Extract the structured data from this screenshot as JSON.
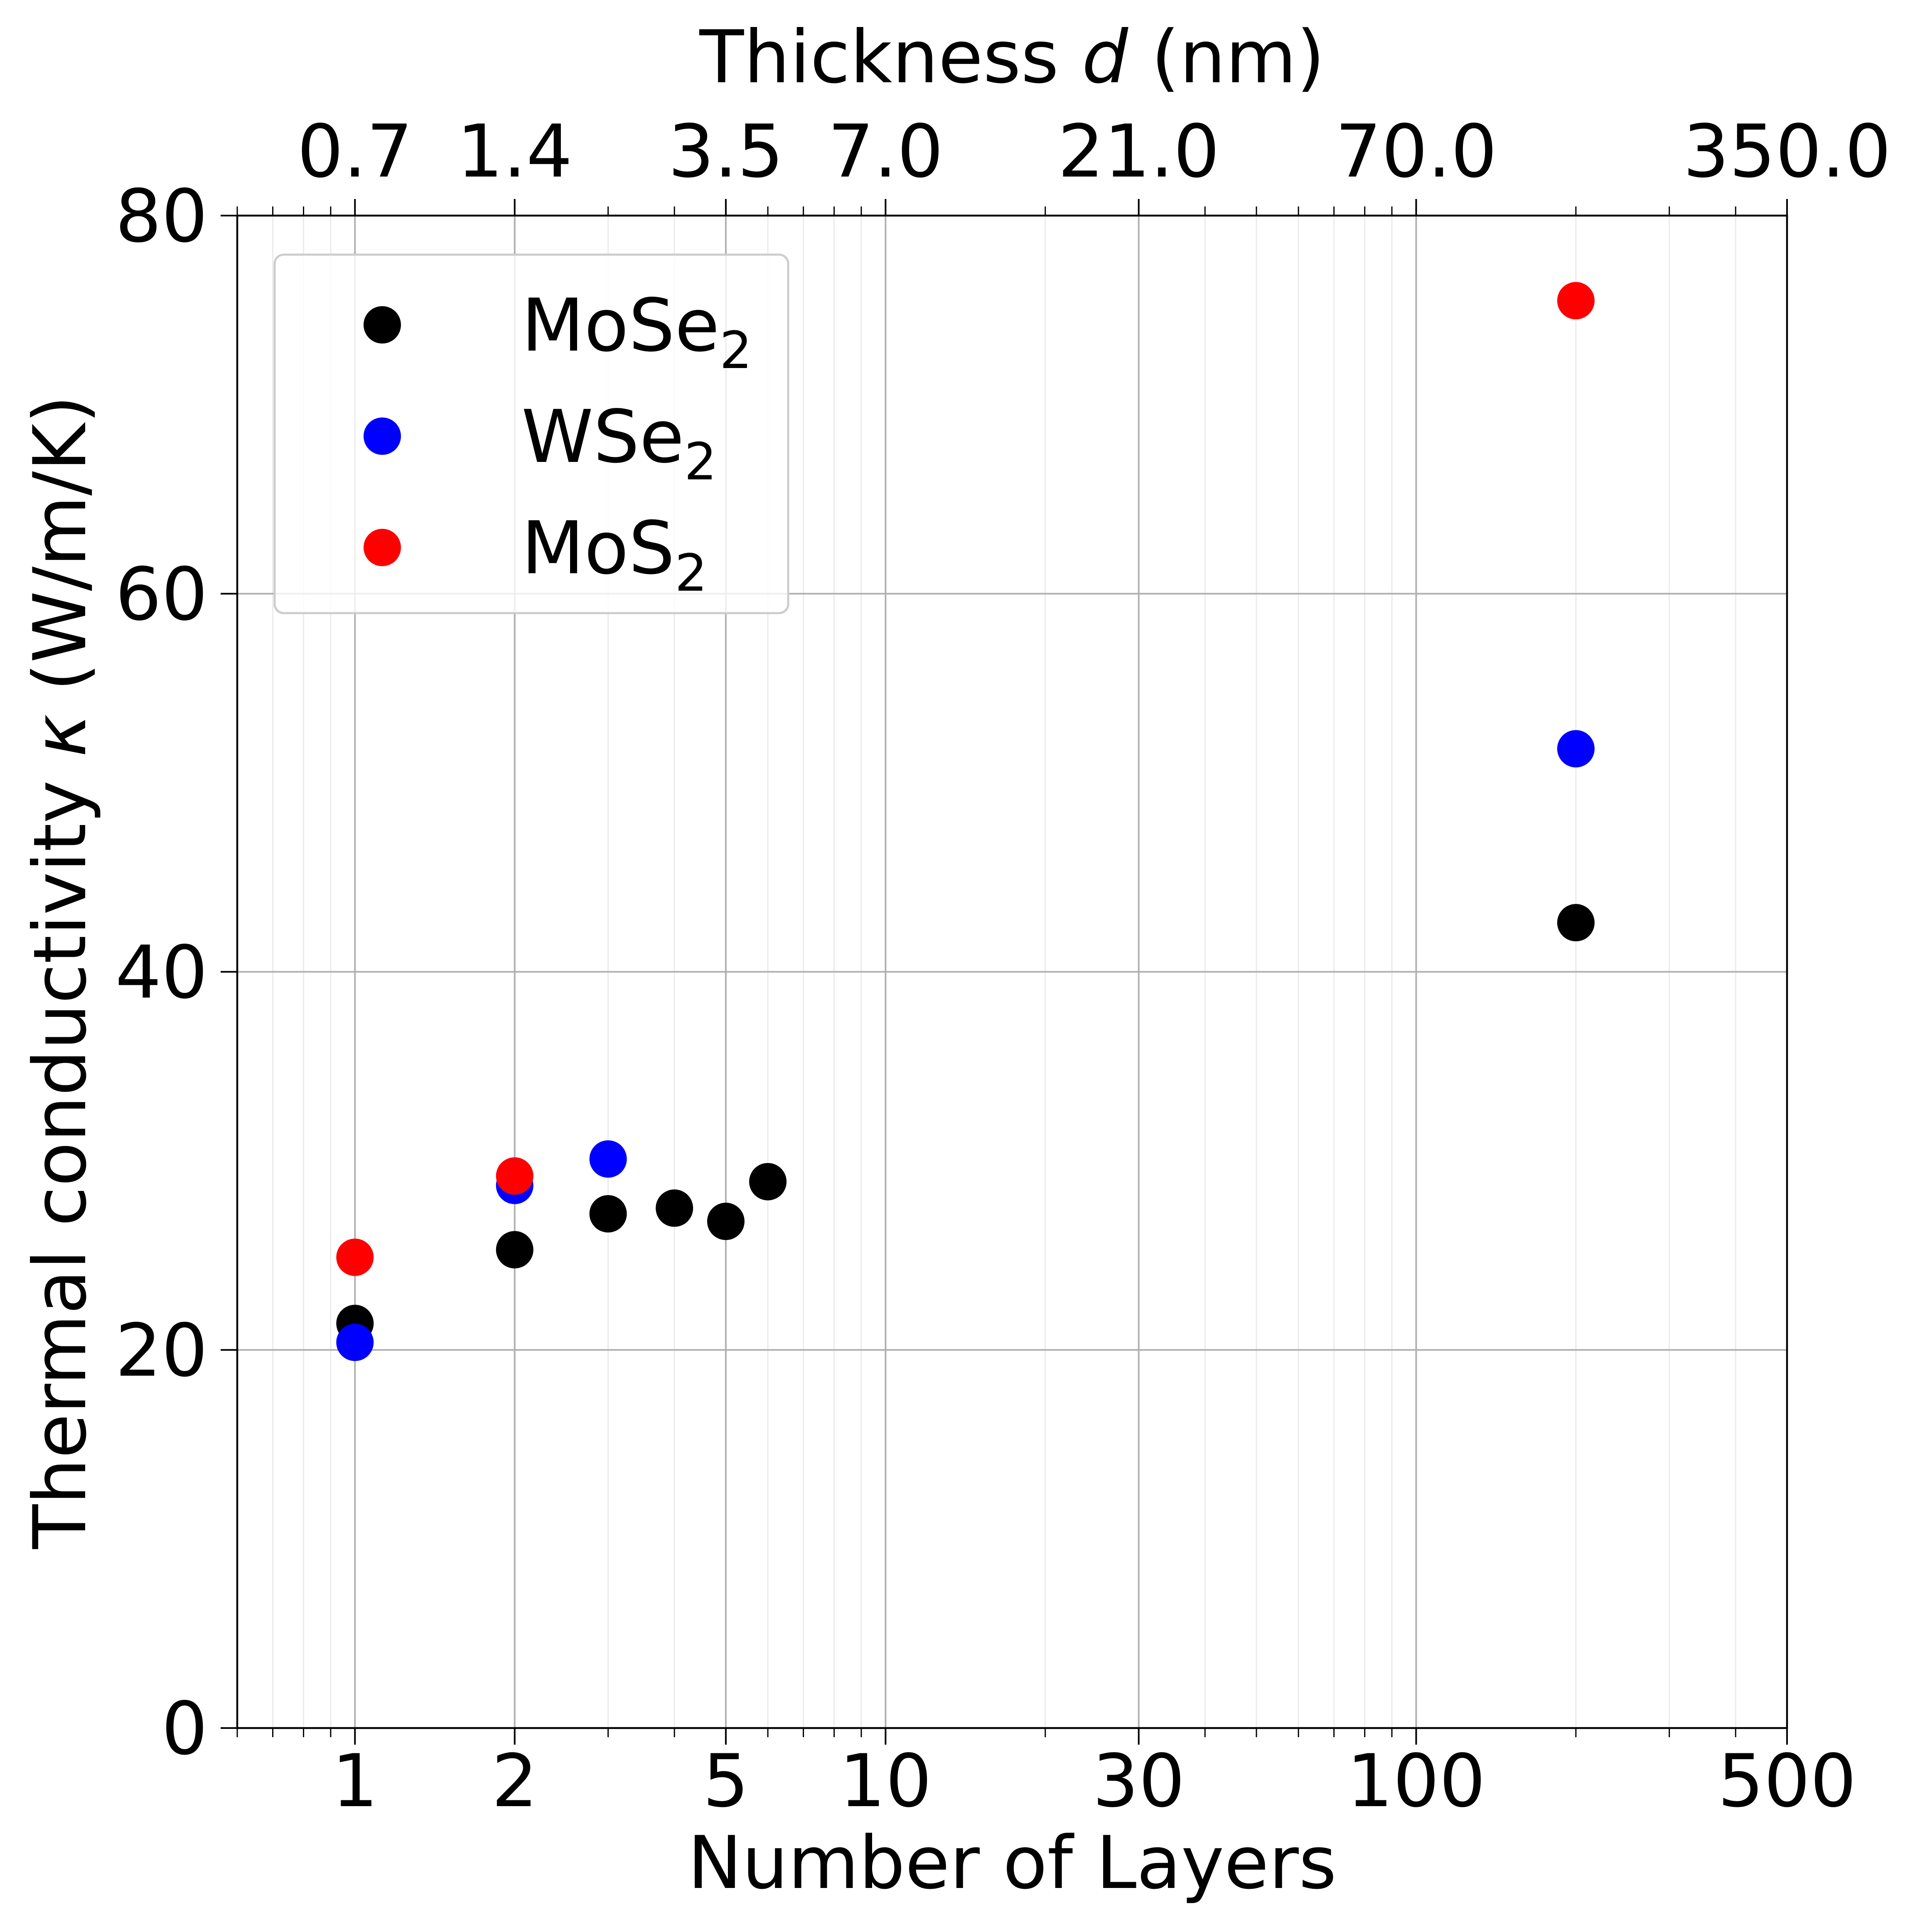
{
  "chart_data": {
    "type": "scatter",
    "xlabel": "Number of Layers",
    "x2label": "Thickness d (nm)",
    "ylabel": "Thermal conductivity κ (W/m/K)",
    "xscale": "log",
    "xlim": [
      0.6,
      500
    ],
    "ylim": [
      0,
      80
    ],
    "xticks": [
      1,
      2,
      5,
      10,
      30,
      100,
      500
    ],
    "xtick_labels": [
      "1",
      "2",
      "5",
      "10",
      "30",
      "100",
      "500"
    ],
    "x2ticks": [
      1,
      2,
      5,
      10,
      30,
      100,
      500
    ],
    "x2tick_labels": [
      "0.7",
      "1.4",
      "3.5",
      "7.0",
      "21.0",
      "70.0",
      "350.0"
    ],
    "yticks": [
      0,
      20,
      40,
      60,
      80
    ],
    "ytick_labels": [
      "0",
      "20",
      "40",
      "60",
      "80"
    ],
    "grid": true,
    "legend_position": "top-left",
    "series": [
      {
        "name": "MoSe2",
        "label_base": "MoSe",
        "label_sub": "2",
        "color": "#000000",
        "points": [
          {
            "x": 1,
            "y": 21.4
          },
          {
            "x": 2,
            "y": 25.3
          },
          {
            "x": 3,
            "y": 27.2
          },
          {
            "x": 4,
            "y": 27.5
          },
          {
            "x": 5,
            "y": 26.8
          },
          {
            "x": 6,
            "y": 28.9
          },
          {
            "x": 200,
            "y": 42.6
          }
        ]
      },
      {
        "name": "WSe2",
        "label_base": "WSe",
        "label_sub": "2",
        "color": "#0000ff",
        "points": [
          {
            "x": 1,
            "y": 20.4
          },
          {
            "x": 2,
            "y": 28.7
          },
          {
            "x": 3,
            "y": 30.1
          },
          {
            "x": 200,
            "y": 51.8
          }
        ]
      },
      {
        "name": "MoS2",
        "label_base": "MoS",
        "label_sub": "2",
        "color": "#ff0000",
        "points": [
          {
            "x": 1,
            "y": 24.9
          },
          {
            "x": 2,
            "y": 29.2
          },
          {
            "x": 200,
            "y": 75.5
          }
        ]
      }
    ]
  }
}
